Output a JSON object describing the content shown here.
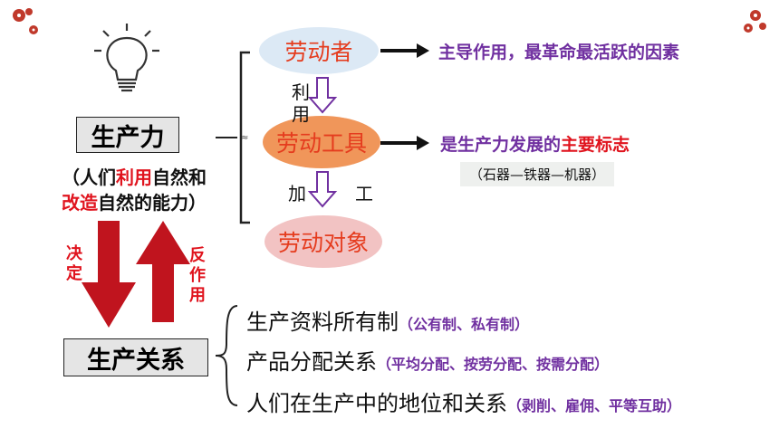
{
  "productivity": {
    "title": "生产力",
    "definition": {
      "line1_prefix": "（人们",
      "line1_highlight": "利用",
      "line1_suffix": "自然和",
      "line2_highlight": "改造",
      "line2_suffix": "自然的能力）"
    }
  },
  "elements": [
    {
      "label": "劳动者",
      "description": "主导作用，最革命最活跃的因素"
    },
    {
      "label": "劳动工具",
      "description_prefix": "是生产力发展的",
      "description_highlight": "主要标志",
      "note": "（石器—铁器—机器）"
    },
    {
      "label": "劳动对象"
    }
  ],
  "connectors": {
    "use": [
      "利",
      "用"
    ],
    "process": [
      "加",
      "工"
    ]
  },
  "arrows": {
    "down": [
      "决",
      "定"
    ],
    "up": [
      "反",
      "作",
      "用"
    ]
  },
  "relations": {
    "title": "生产关系",
    "items": [
      {
        "main": "生产资料所有制",
        "sub": "（公有制、私有制）"
      },
      {
        "main": "产品分配关系",
        "sub": "（平均分配、按劳分配、按需分配）"
      },
      {
        "main": "人们在生产中的地位和关系",
        "sub": "（剥削、雇佣、平等互助）"
      }
    ]
  },
  "colors": {
    "highlight": "#e0141e",
    "purple": "#7030a0",
    "arrow_red": "#c0141e",
    "ellipse_blue": "#dce9f5",
    "ellipse_orange": "#f0965a",
    "ellipse_pink": "#f2c3c3"
  }
}
